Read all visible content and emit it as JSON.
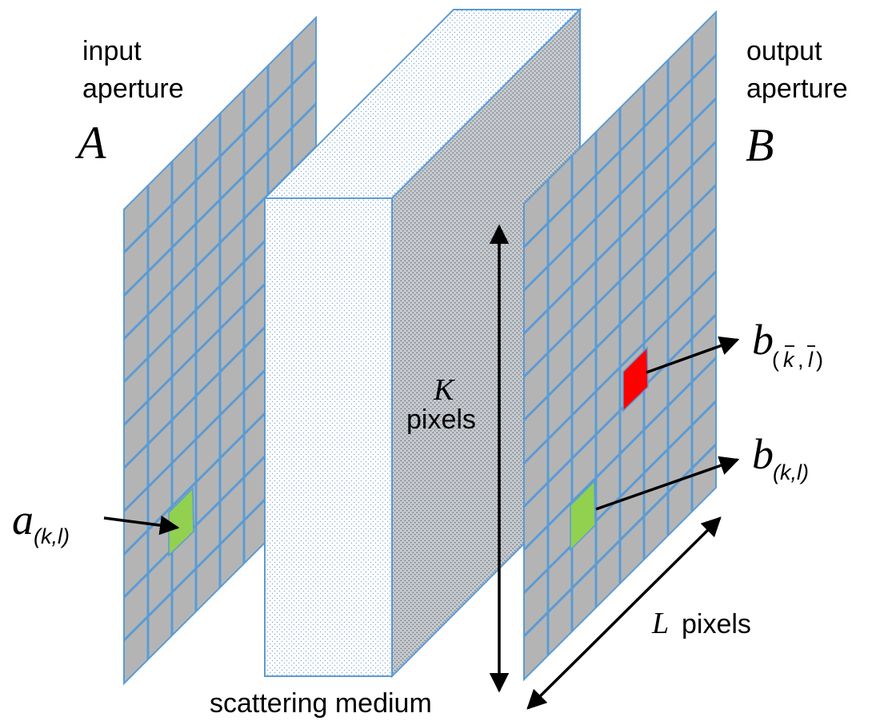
{
  "input_aperture": {
    "label_line1": "input",
    "label_line2": "aperture",
    "symbol": "A",
    "pixel_label_base": "a",
    "pixel_label_sub": "(k,l)"
  },
  "output_aperture": {
    "label_line1": "output",
    "label_line2": "aperture",
    "symbol": "B",
    "pixel_label_base": "b",
    "pixel_label_sub": "(k,l)",
    "target_label_base": "b",
    "target_label_sub_k": "k",
    "target_label_sub_l": "l"
  },
  "medium": {
    "label": "scattering medium"
  },
  "dimension_K": {
    "symbol": "K",
    "unit": "pixels"
  },
  "dimension_L": {
    "symbol": "L",
    "unit": "pixels"
  },
  "colors": {
    "panel_fill": "#b4b4b4",
    "grid_line": "#5b9bd5",
    "selected_pixel": "#92d050",
    "target_pixel": "#ff0000",
    "arrow": "#000000"
  }
}
